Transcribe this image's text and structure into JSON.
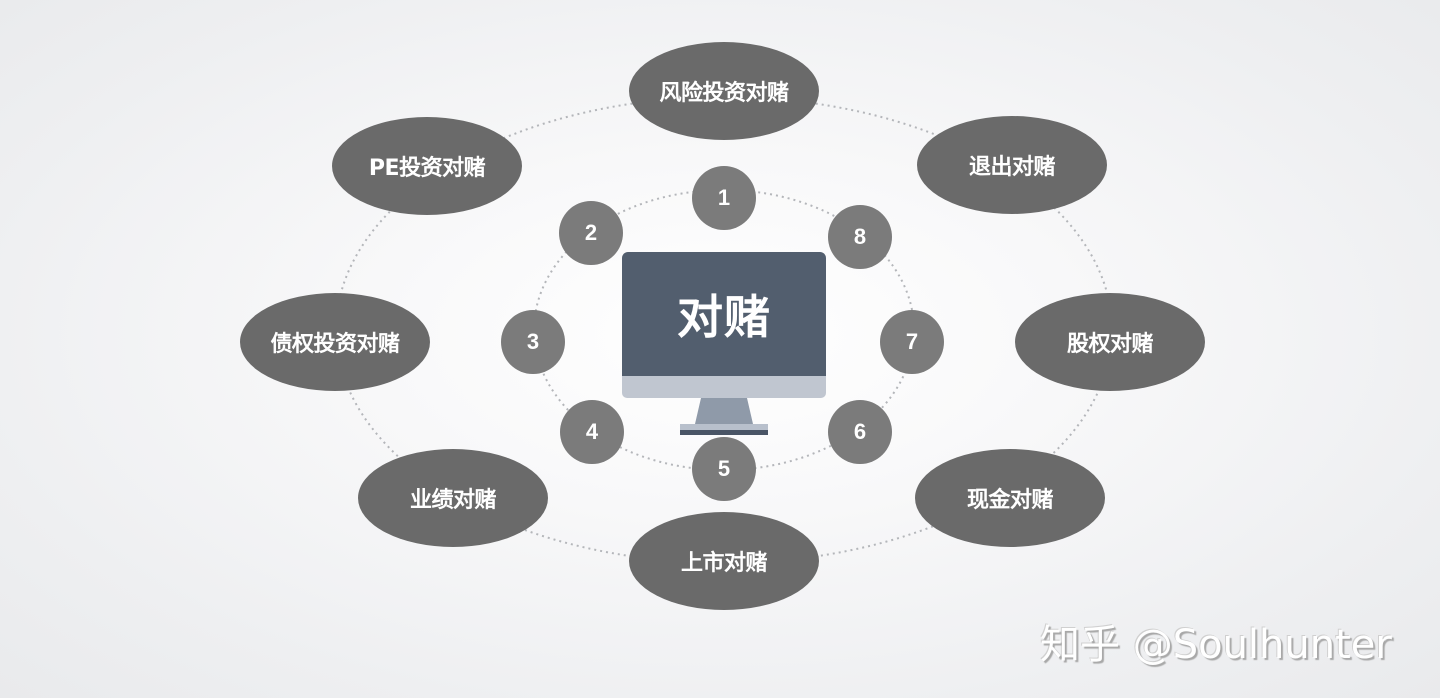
{
  "center": {
    "label": "对赌"
  },
  "outer_nodes": [
    {
      "label": "风险投资对赌"
    },
    {
      "label": "退出对赌"
    },
    {
      "label": "股权对赌"
    },
    {
      "label": "现金对赌"
    },
    {
      "label": "上市对赌"
    },
    {
      "label": "业绩对赌"
    },
    {
      "label": "债权投资对赌"
    },
    {
      "label": "PE投资对赌"
    }
  ],
  "inner_nodes": [
    {
      "label": "1"
    },
    {
      "label": "2"
    },
    {
      "label": "3"
    },
    {
      "label": "4"
    },
    {
      "label": "5"
    },
    {
      "label": "6"
    },
    {
      "label": "7"
    },
    {
      "label": "8"
    }
  ],
  "watermark": "知乎 @Soulhunter",
  "colors": {
    "ellipse": "#6a6a6a",
    "circle": "#7b7b7b",
    "screen": "#525e6e",
    "bezel": "#c0c6d0",
    "ring": "#b4b6ba"
  }
}
